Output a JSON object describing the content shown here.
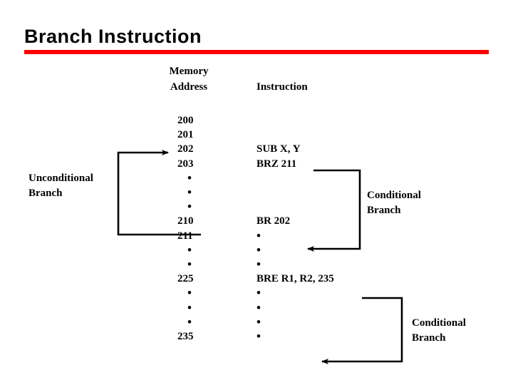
{
  "slide": {
    "title": "Branch Instruction",
    "accent_color": "#ff0000",
    "background_color": "#ffffff",
    "text_color": "#000000"
  },
  "headers": {
    "memory_address": "Memory\nAddress",
    "memory_address_line1": "Memory",
    "memory_address_line2": "Address",
    "instruction": "Instruction"
  },
  "rows": [
    {
      "address": "200",
      "instruction": "",
      "address_is_dot": false,
      "instruction_is_dot": false
    },
    {
      "address": "201",
      "instruction": "",
      "address_is_dot": false,
      "instruction_is_dot": false
    },
    {
      "address": "202",
      "instruction": "SUB X, Y",
      "address_is_dot": false,
      "instruction_is_dot": false
    },
    {
      "address": "203",
      "instruction": "BRZ 211",
      "address_is_dot": false,
      "instruction_is_dot": false
    },
    {
      "address": "•",
      "instruction": "",
      "address_is_dot": true,
      "instruction_is_dot": false
    },
    {
      "address": "•",
      "instruction": "",
      "address_is_dot": true,
      "instruction_is_dot": false
    },
    {
      "address": "•",
      "instruction": "",
      "address_is_dot": true,
      "instruction_is_dot": false
    },
    {
      "address": "210",
      "instruction": "BR 202",
      "address_is_dot": false,
      "instruction_is_dot": false
    },
    {
      "address": "211",
      "instruction": "•",
      "address_is_dot": false,
      "instruction_is_dot": true
    },
    {
      "address": "•",
      "instruction": "•",
      "address_is_dot": true,
      "instruction_is_dot": true
    },
    {
      "address": "•",
      "instruction": "•",
      "address_is_dot": true,
      "instruction_is_dot": true
    },
    {
      "address": "225",
      "instruction": "BRE R1, R2, 235",
      "address_is_dot": false,
      "instruction_is_dot": false
    },
    {
      "address": "•",
      "instruction": "•",
      "address_is_dot": true,
      "instruction_is_dot": true
    },
    {
      "address": "•",
      "instruction": "•",
      "address_is_dot": true,
      "instruction_is_dot": true
    },
    {
      "address": "•",
      "instruction": "•",
      "address_is_dot": true,
      "instruction_is_dot": true
    },
    {
      "address": "235",
      "instruction": "•",
      "address_is_dot": false,
      "instruction_is_dot": true
    }
  ],
  "annotations": {
    "unconditional_branch_line1": "Unconditional",
    "unconditional_branch_line2": "Branch",
    "conditional_branch_1_line1": "Conditional",
    "conditional_branch_1_line2": "Branch",
    "conditional_branch_2_line1": "Conditional",
    "conditional_branch_2_line2": "Branch"
  },
  "arrows": {
    "unconditional": {
      "label": "unconditional-branch-arrow",
      "from_address": "210",
      "to_address": "202"
    },
    "conditional_1": {
      "label": "conditional-branch-arrow-brz",
      "from_instruction": "BRZ 211",
      "to_address": "211"
    },
    "conditional_2": {
      "label": "conditional-branch-arrow-bre",
      "from_instruction": "BRE R1, R2, 235",
      "to_address": "235"
    }
  }
}
